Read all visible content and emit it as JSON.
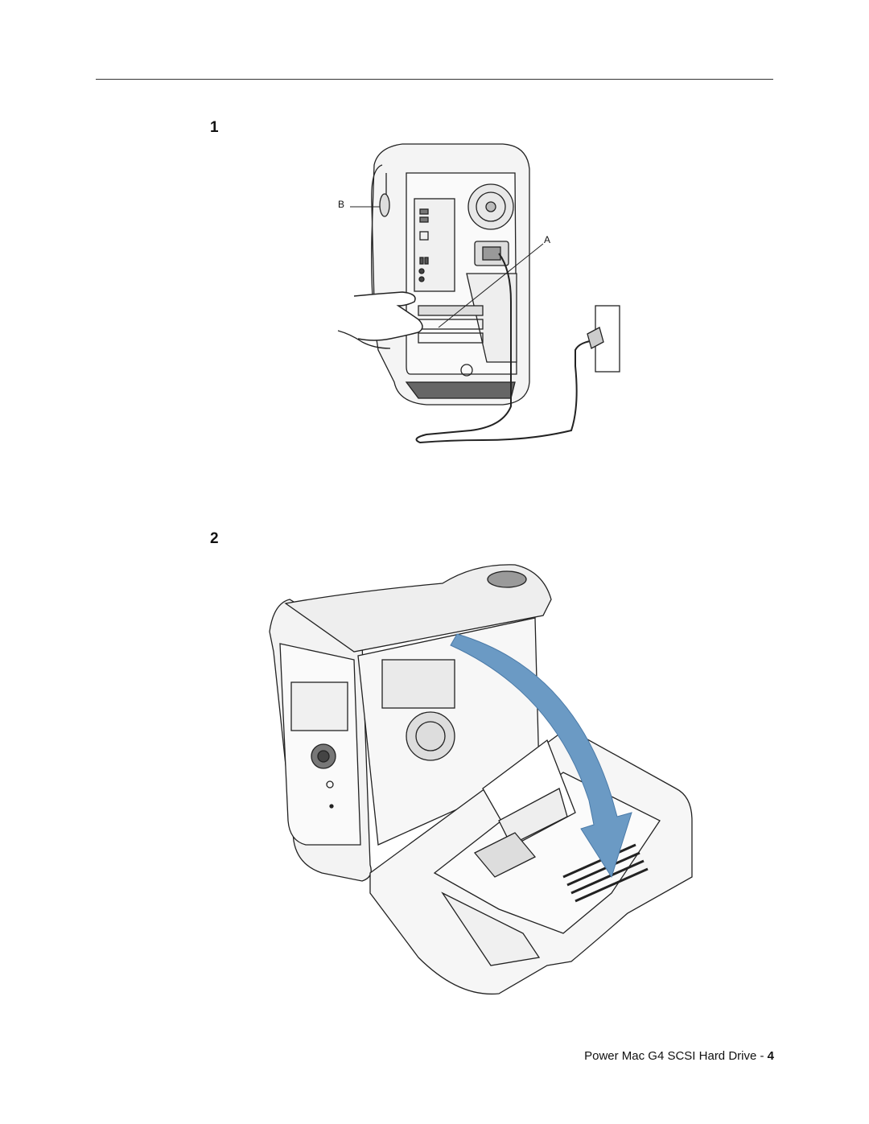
{
  "steps": {
    "step1_label": "1",
    "step2_label": "2"
  },
  "callouts": {
    "a": "A",
    "b": "B"
  },
  "footer": {
    "title": "Power Mac G4 SCSI Hard Drive - ",
    "page_number": "4"
  },
  "colors": {
    "arrow": "#6b9ac4",
    "line": "#222222"
  },
  "figures": {
    "figure1": "back-of-computer-unplugging-power-cord",
    "figure2": "open-side-access-door"
  }
}
